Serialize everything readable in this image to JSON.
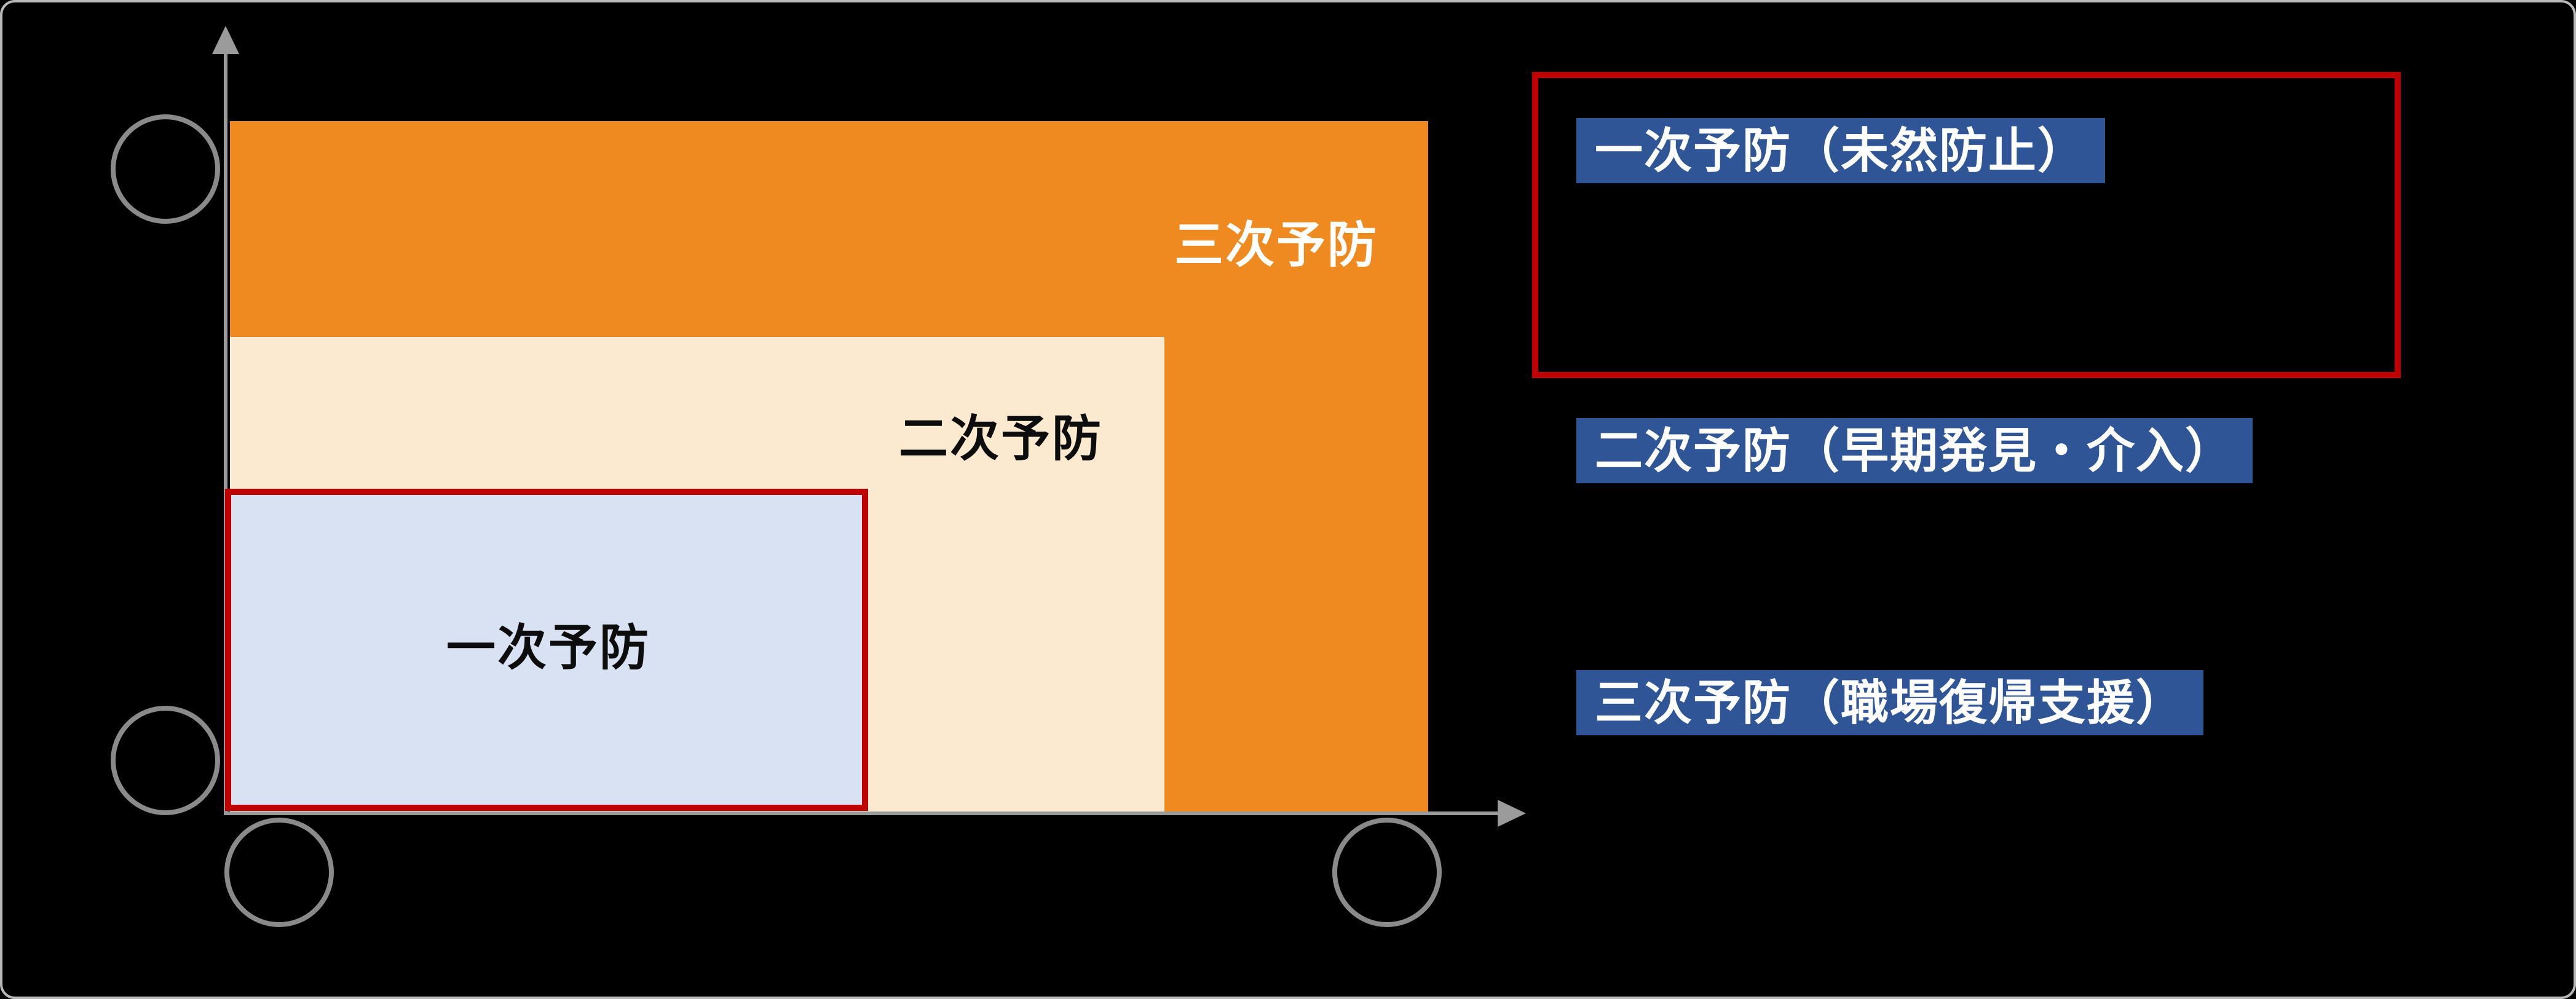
{
  "colors": {
    "background": "#000000",
    "slide_border": "#b9b9b9",
    "axis": "#9b9b9b",
    "circle_outline": "#8a8a8a",
    "highlight_red": "#c00000",
    "tertiary_fill": "#ee8a1f",
    "secondary_fill": "#fbe9d0",
    "primary_fill": "#d9e2f3",
    "legend_bg": "#2f5597",
    "legend_text": "#ffffff"
  },
  "diagram": {
    "layers": [
      {
        "name": "tertiary",
        "label": "三次予防",
        "label_color": "#ffffff"
      },
      {
        "name": "secondary",
        "label": "二次予防",
        "label_color": "#0d0d0d"
      },
      {
        "name": "primary",
        "label": "一次予防",
        "label_color": "#0d0d0d",
        "highlighted": true
      }
    ]
  },
  "legend": {
    "items": [
      {
        "name": "primary",
        "label": "一次予防（未然防止）",
        "highlighted": true
      },
      {
        "name": "secondary",
        "label": "二次予防（早期発見・介入）",
        "highlighted": false
      },
      {
        "name": "tertiary",
        "label": "三次予防（職場復帰支援）",
        "highlighted": false
      }
    ]
  }
}
